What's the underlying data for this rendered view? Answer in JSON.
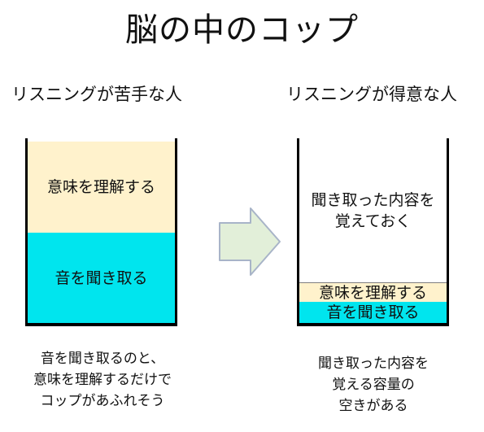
{
  "title": "脳の中のコップ",
  "left": {
    "heading": "リスニングが苦手な人",
    "layer_top": "意味を理解する",
    "layer_bottom": "音を聞き取る",
    "caption_lines": [
      "音を聞き取るのと、",
      "意味を理解するだけで",
      "コップがあふれそう"
    ]
  },
  "right": {
    "heading": "リスニングが得意な人",
    "space_lines": [
      "聞き取った内容を",
      "覚えておく"
    ],
    "layer_top": "意味を理解する",
    "layer_bottom": "音を聞き取る",
    "caption_lines": [
      "聞き取った内容を",
      "覚える容量の",
      "空きがある"
    ]
  },
  "arrow_icon": "right-arrow-icon",
  "colors": {
    "cream_layer": "#FFF2CC",
    "cyan_layer": "#00E5EE",
    "arrow_fill": "#E2EFD9",
    "arrow_stroke": "#A8B4C8"
  }
}
